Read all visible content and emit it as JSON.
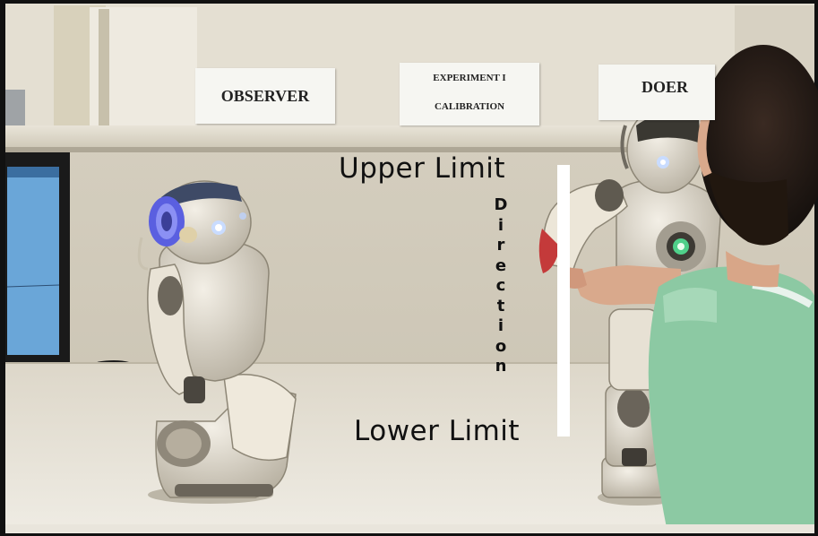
{
  "signs": {
    "observer": "OBSERVER",
    "experiment_line1": "EXPERIMENT I",
    "experiment_line2": "CALIBRATION",
    "doer": "DOER"
  },
  "annotations": {
    "upper_limit": "Upper Limit",
    "lower_limit": "Lower Limit",
    "direction_letters": [
      "D",
      "i",
      "r",
      "e",
      "c",
      "t",
      "i",
      "o",
      "n"
    ]
  }
}
